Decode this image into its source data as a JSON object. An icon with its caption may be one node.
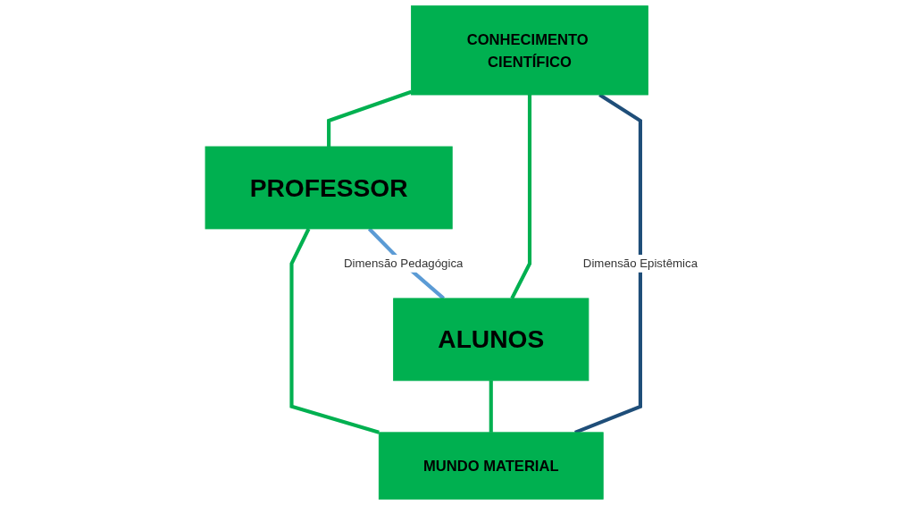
{
  "diagram": {
    "nodes": [
      {
        "text": [
          "CONHECIMENTO CIENTÍFICO"
        ]
      },
      {
        "text": [
          "PROFESSOR"
        ]
      },
      {
        "text": [
          "ALUNOS"
        ]
      },
      {
        "text": [
          "MUNDO MATERIAL"
        ]
      }
    ],
    "edges": [
      {
        "from": 0,
        "to": 1,
        "arrow": "none"
      },
      {
        "from": 0,
        "to": 2,
        "arrow": "none"
      },
      {
        "from": 1,
        "to": 3,
        "arrow": "none"
      },
      {
        "from": 2,
        "to": 3,
        "arrow": "none"
      },
      {
        "from": 1,
        "to": 2,
        "arrow": "none",
        "label": "Dimensão Pedagógica",
        "color": "#5b9bd5"
      },
      {
        "from": 0,
        "to": 3,
        "arrow": "none",
        "label": "Dimensão Epistêmica",
        "color": "#1f4e79"
      }
    ]
  }
}
